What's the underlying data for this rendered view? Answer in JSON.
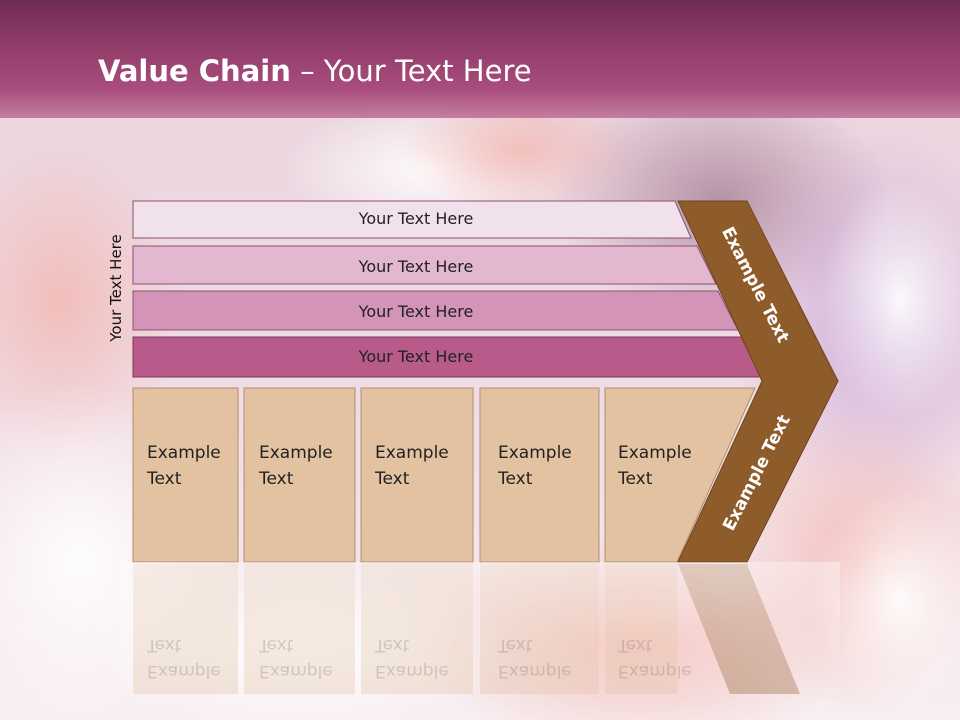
{
  "slide": {
    "title_bold": "Value Chain",
    "title_rest": " – Your Text Here",
    "side_label": "Your Text Here"
  },
  "rows": [
    {
      "label": "Your Text Here"
    },
    {
      "label": "Your Text Here"
    },
    {
      "label": "Your Text Here"
    },
    {
      "label": "Your Text Here"
    }
  ],
  "boxes": [
    {
      "line1": "Example",
      "line2": "Text"
    },
    {
      "line1": "Example",
      "line2": "Text"
    },
    {
      "line1": "Example",
      "line2": "Text"
    },
    {
      "line1": "Example",
      "line2": "Text"
    },
    {
      "line1": "Example",
      "line2": "Text"
    }
  ],
  "arrow": {
    "upper_label": "Example Text",
    "lower_label": "Example Text"
  },
  "colors": {
    "header": "#8f3a68",
    "row1": "#f1e1ea",
    "row2": "#e3b7cf",
    "row3": "#d494b8",
    "row4": "#b85a8a",
    "box": "#e2c2a1",
    "arrow": "#8e5c2a"
  }
}
